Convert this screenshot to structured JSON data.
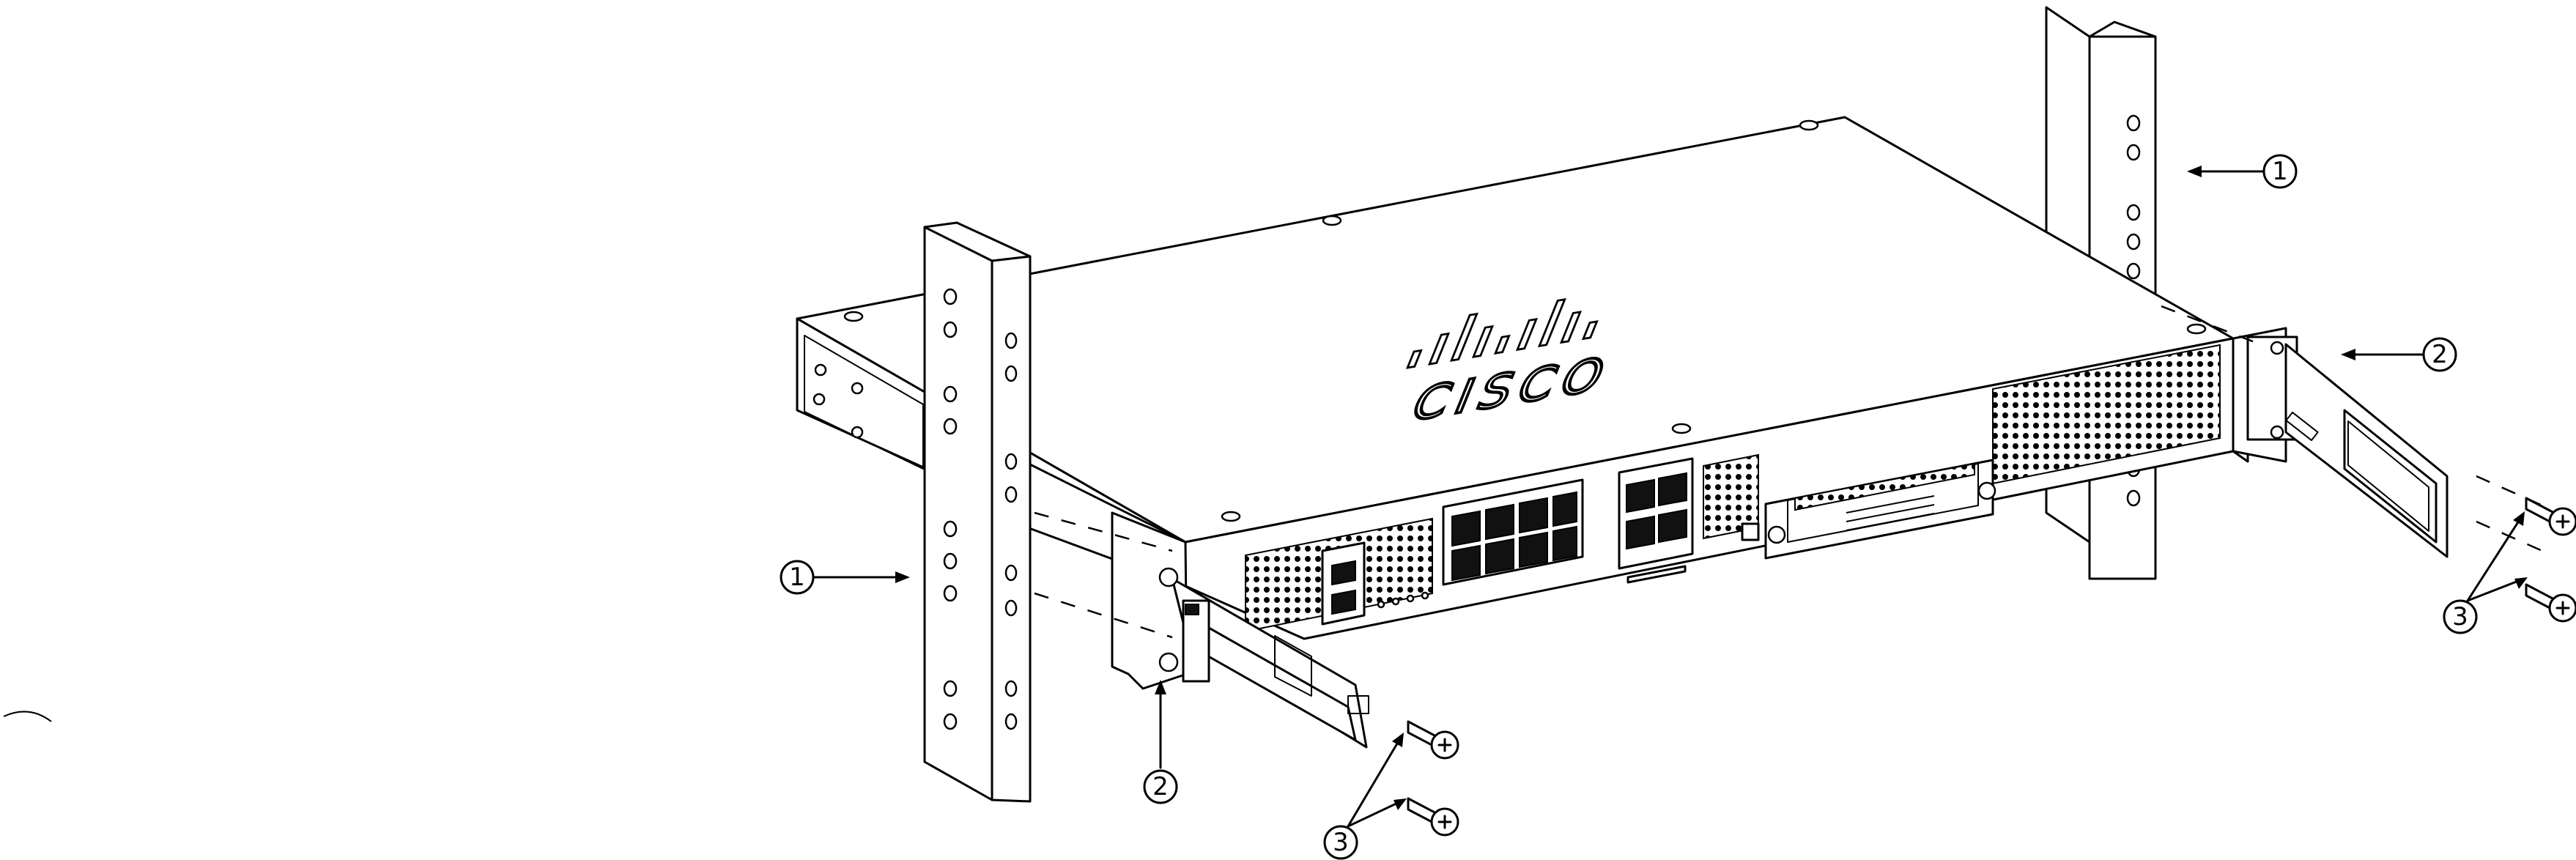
{
  "figure": {
    "brand": "CISCO"
  },
  "callouts": [
    {
      "label": "1"
    },
    {
      "label": "1"
    },
    {
      "label": "2"
    },
    {
      "label": "2"
    },
    {
      "label": "3"
    },
    {
      "label": "3"
    }
  ],
  "colors": {
    "line": "#000000",
    "background": "#ffffff"
  }
}
